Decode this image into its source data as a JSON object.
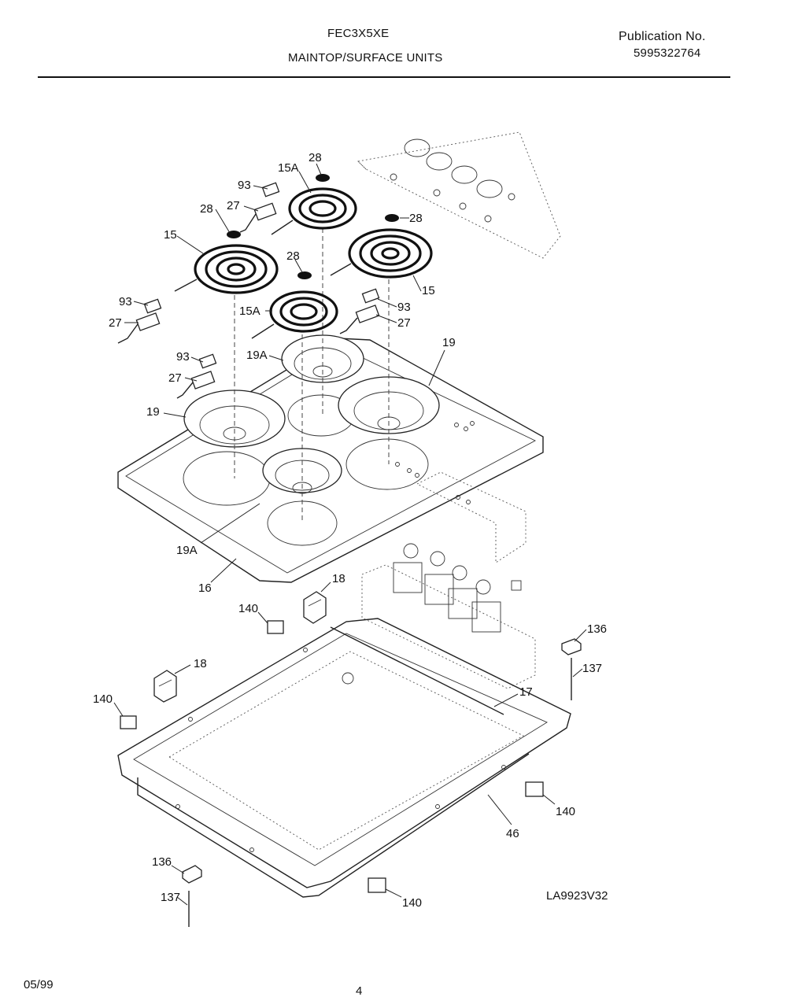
{
  "header": {
    "model": "FEC3X5XE",
    "section": "MAINTOP/SURFACE UNITS",
    "publication_label": "Publication No.",
    "publication_number": "5995322764"
  },
  "drawing_id": "LA9923V32",
  "footer": {
    "date": "05/99",
    "page": "4"
  },
  "callouts": {
    "c28a": "28",
    "c15Aa": "15A",
    "c93a": "93",
    "c27a": "27",
    "c28b": "28",
    "c28c": "28",
    "c15a": "15",
    "c28d": "28",
    "c93b": "93",
    "c27b": "27",
    "c15Ab": "15A",
    "c15b": "15",
    "c93c": "93",
    "c27c": "27",
    "c93d": "93",
    "c27d": "27",
    "c19Aa": "19A",
    "c19a": "19",
    "c19b": "19",
    "c19Ab": "19A",
    "c16": "16",
    "c18a": "18",
    "c140a": "140",
    "c136a": "136",
    "c137a": "137",
    "c18b": "18",
    "c140b": "140",
    "c17": "17",
    "c140c": "140",
    "c46": "46",
    "c136b": "136",
    "c137b": "137",
    "c140d": "140"
  }
}
